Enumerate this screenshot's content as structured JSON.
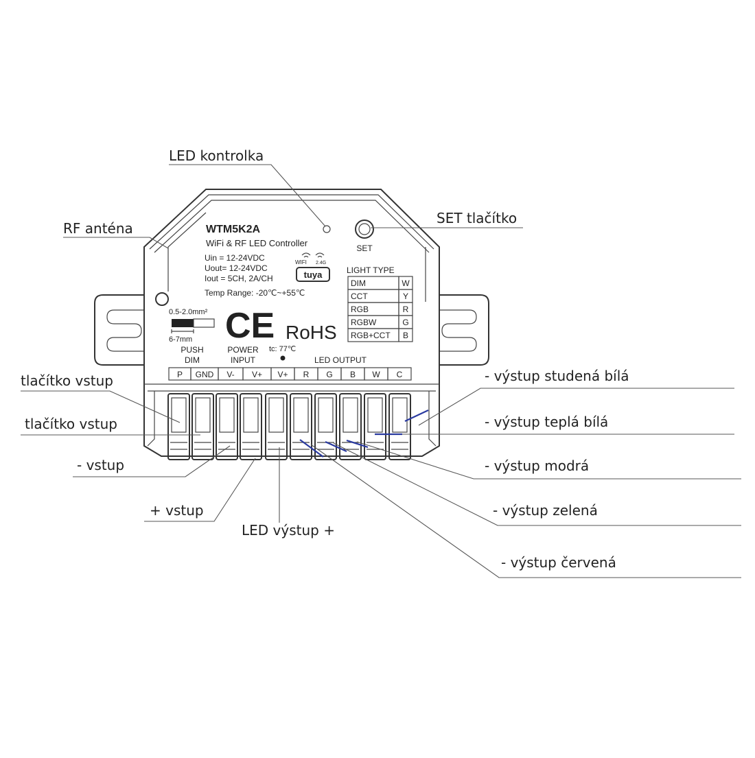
{
  "device": {
    "model": "WTM5K2A",
    "subtitle": "WiFi & RF LED Controller",
    "specs": [
      "Uin  = 12-24VDC",
      "Uout= 12-24VDC",
      "Iout = 5CH, 2A/CH",
      "Temp Range: -20℃~+55℃"
    ],
    "wifi_label": "WIFI",
    "band_label": "2.4G",
    "brand": "tuya",
    "set_label": "SET",
    "wire_size": "0.5-2.0mm²",
    "strip_length": "6-7mm",
    "ce_mark": "CE",
    "rohs_mark": "RoHS",
    "tc_label": "tc: 77℃",
    "group_push_line1": "PUSH",
    "group_push_line2": "DIM",
    "group_power_line1": "POWER",
    "group_power_line2": "INPUT",
    "group_led_output": "LED OUTPUT",
    "terminals": [
      "P",
      "GND",
      "V-",
      "V+",
      "V+",
      "R",
      "G",
      "B",
      "W",
      "C"
    ]
  },
  "light_type": {
    "title": "LIGHT TYPE",
    "rows": [
      {
        "type": "DIM",
        "code": "W"
      },
      {
        "type": "CCT",
        "code": "Y"
      },
      {
        "type": "RGB",
        "code": "R"
      },
      {
        "type": "RGBW",
        "code": "G"
      },
      {
        "type": "RGB+CCT",
        "code": "B"
      }
    ]
  },
  "callouts": {
    "led_indicator": "LED kontrolka",
    "rf_antenna": "RF anténa",
    "set_button": "SET tlačítko",
    "button_input_1": "tlačítko vstup",
    "button_input_2": "tlačítko vstup",
    "minus_input": "- vstup",
    "plus_input": "+ vstup",
    "led_output_plus": "LED výstup +",
    "out_cold_white": "- výstup studená bílá",
    "out_warm_white": "- výstup teplá bílá",
    "out_blue": "- výstup modrá",
    "out_green": "- výstup zelená",
    "out_red": "- výstup červená"
  },
  "colors": {
    "outline": "#333333",
    "leader": "#555555",
    "pointer_blue": "#2a3aa0"
  }
}
